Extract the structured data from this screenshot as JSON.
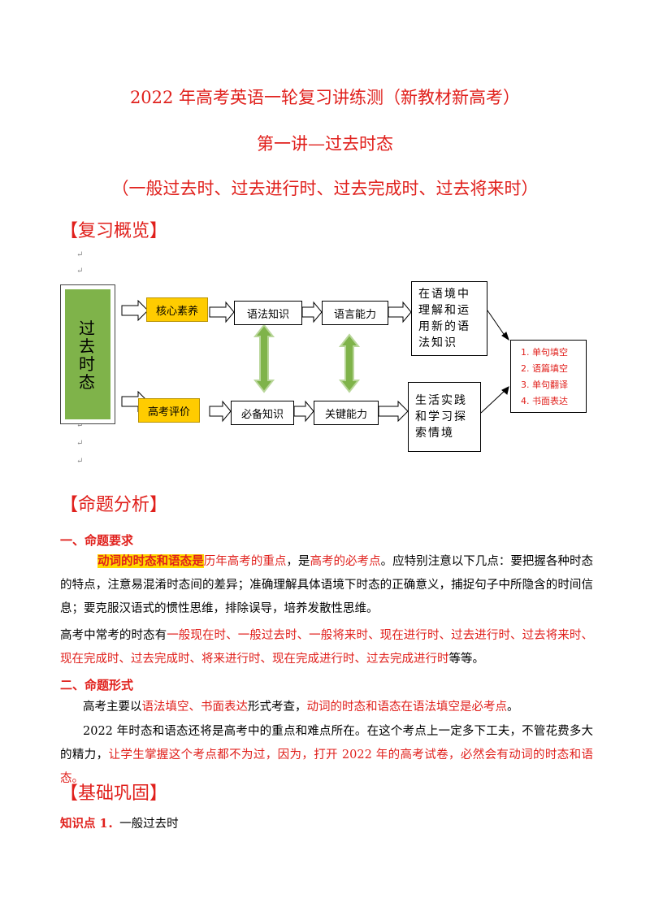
{
  "header": {
    "title": "2022 年高考英语一轮复习讲练测（新教材新高考）",
    "lesson": "第一讲—过去时态",
    "subtitle": "（一般过去时、过去进行时、过去完成时、过去将来时）"
  },
  "sections": {
    "overview": "【复习概览】",
    "analysis": "【命题分析】",
    "basics": "【基础巩固】"
  },
  "diagram": {
    "left_label": "过去时态",
    "core": "核心素养",
    "eval": "高考评价",
    "grammar": "语法知识",
    "language": "语言能力",
    "essential": "必备知识",
    "key": "关键能力",
    "context": "在语境中理解和运用新的语法知识",
    "life": "生活实践和学习探索情境",
    "list": [
      "1. 单句填空",
      "2. 语篇填空",
      "3. 单句翻译",
      "4. 书面表达"
    ]
  },
  "req": {
    "heading": "一、命题要求",
    "p1_hl": "动词的时态和语态是",
    "p1_a": "历年高考的重点",
    "p1_b": "，是",
    "p1_c": "高考的必考点",
    "p1_d": "。应特别注意以下几点：要把握各种时态的特点，注意易混淆时态间的差异；准确理解具体语境下时态的正确意义，捕捉句子中所隐含的时间信息；要克服汉语式的惯性思维，排除误导，培养发散性思维。",
    "p2_a": "高考中常考的时态有",
    "p2_b": "一般现在时、一般过去时、一般将来时、现在进行时、过去进行时、过去将来时、现在完成时、过去完成时、将来进行时、现在完成进行时、过去完成进行时",
    "p2_c": "等等。"
  },
  "form": {
    "heading": "二、命题形式",
    "p1_a": "高考主要以",
    "p1_b": "语法填空、书面表达",
    "p1_c": "形式考查，",
    "p1_d": "动词的时态和语态在语法填空是必考点",
    "p1_e": "。",
    "p2_a": "2022 年时态和语态还将是高考中的重点和难点所在。在这个考点上一定多下工夫，不管花费多大的精力，",
    "p2_b": "让学生掌握这个考点都不为过，因为，打开 2022 年的高考试卷，必然会有动词的时态和语态。"
  },
  "knowledge": {
    "label": "知识点 1．",
    "text": "一般过去时"
  },
  "colors": {
    "accent_red": "#e0201c",
    "highlight_yellow": "#ffd800",
    "green": "#7fb34a"
  }
}
